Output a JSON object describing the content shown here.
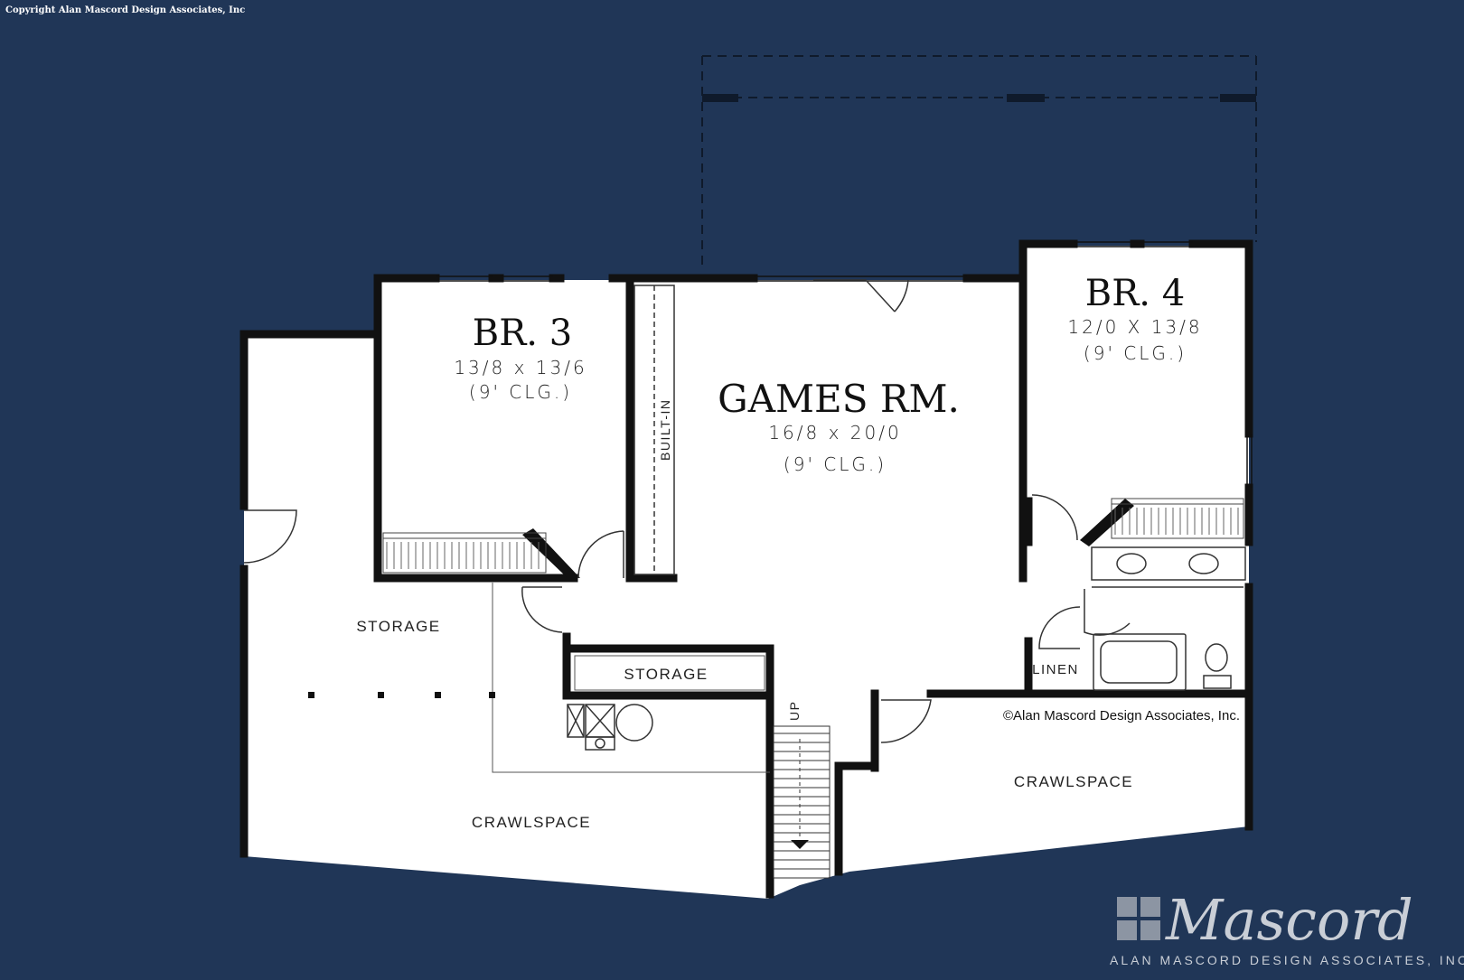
{
  "copyright_top": "Copyright Alan Mascord Design Associates, Inc",
  "rooms": {
    "br3": {
      "name": "BR. 3",
      "size": "13/8 x 13/6",
      "ceiling": "(9' CLG.)"
    },
    "games": {
      "name": "GAMES RM.",
      "size": "16/8 x 20/0",
      "ceiling": "(9' CLG.)"
    },
    "br4": {
      "name": "BR. 4",
      "size": "12/0 X 13/8",
      "ceiling": "(9' CLG.)"
    }
  },
  "labels": {
    "built_in": "BUILT-IN",
    "storage_left": "STORAGE",
    "storage_mid": "STORAGE",
    "linen": "LINEN",
    "up": "UP",
    "crawl_left": "CRAWLSPACE",
    "crawl_right": "CRAWLSPACE"
  },
  "plan_copyright": "©Alan Mascord Design Associates, Inc.",
  "logo": {
    "script": "Mascord",
    "subtitle": "ALAN MASCORD DESIGN ASSOCIATES, INC."
  },
  "colors": {
    "background": "#203657",
    "floor": "#ffffff",
    "wall": "#111111",
    "logo": "#c9ced6"
  }
}
